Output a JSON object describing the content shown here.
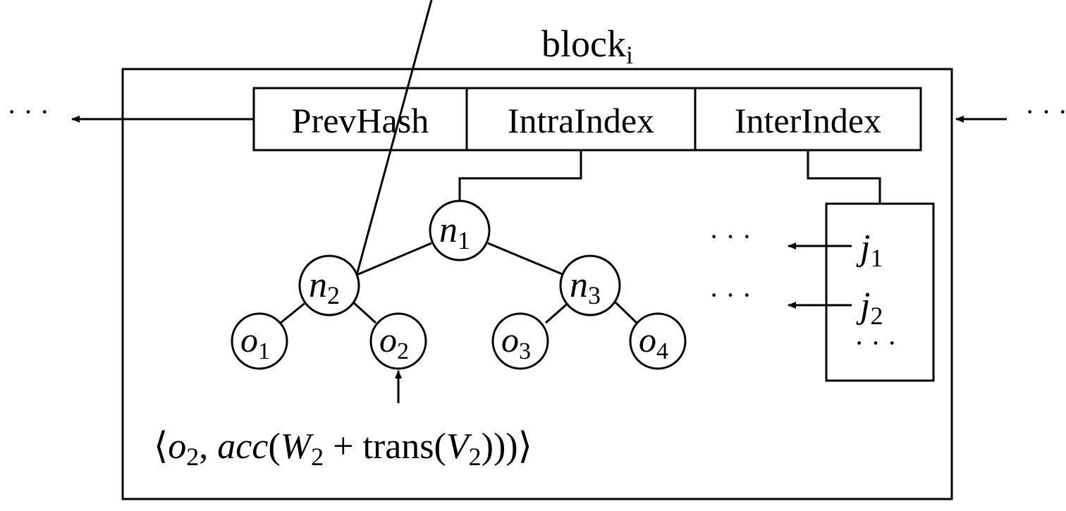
{
  "block_title": {
    "base": "block",
    "sub": "i"
  },
  "header": {
    "cells": [
      "PrevHash",
      "IntraIndex",
      "InterIndex"
    ]
  },
  "ellipsis": "· · ·",
  "tree": {
    "nodes": [
      {
        "base": "n",
        "sub": "1"
      },
      {
        "base": "n",
        "sub": "2"
      },
      {
        "base": "n",
        "sub": "3"
      },
      {
        "base": "o",
        "sub": "1"
      },
      {
        "base": "o",
        "sub": "2"
      },
      {
        "base": "o",
        "sub": "3"
      },
      {
        "base": "o",
        "sub": "4"
      }
    ]
  },
  "inter_index": {
    "entries": [
      {
        "base": "j",
        "sub": "1"
      },
      {
        "base": "j",
        "sub": "2"
      }
    ]
  },
  "annotation": {
    "open": "⟨",
    "o": "o",
    "o_sub": "2",
    "comma": ", ",
    "acc": "acc",
    "paren_open": "(",
    "W": "W",
    "W_sub": "2",
    "plus": " + ",
    "trans": "trans",
    "paren_open2": "(",
    "V": "V",
    "V_sub": "2",
    "close": ")))",
    "angle_close": "⟩"
  }
}
